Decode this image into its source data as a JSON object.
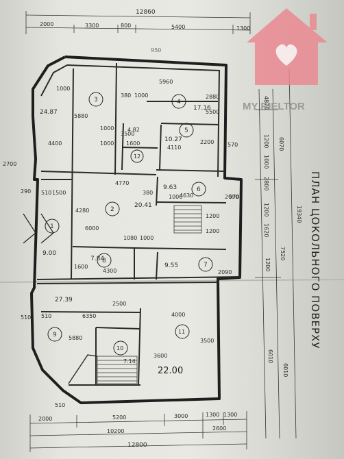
{
  "plan_title": "ПЛАН ЦОКОЛЬНОГО ПОВЕРХУ",
  "watermark": {
    "brand": "MY RIELTOR",
    "color": "#ea8a92"
  },
  "top_dims": {
    "total": "12860",
    "segments": [
      "2000",
      "3300",
      "800",
      "5400",
      "1300"
    ],
    "pencil_note": "950"
  },
  "bottom_dims": {
    "row1": [
      "2000",
      "5200",
      "3000",
      "1300",
      "1300"
    ],
    "row2": [
      "10200",
      "2600"
    ],
    "total": "12800"
  },
  "right_dims": {
    "total": "19340",
    "col_a": [
      "6070",
      "7520",
      "6010"
    ],
    "col_b": [
      "4870",
      "1200",
      "1000",
      "2800",
      "1200",
      "1620",
      "1200",
      "6010"
    ]
  },
  "left_dims": [
    "2700",
    "290",
    "510",
    "1500",
    "510"
  ],
  "rooms": [
    {
      "num": "1",
      "area": "9.00"
    },
    {
      "num": "2",
      "area": "20.41"
    },
    {
      "num": "3",
      "area": "24.87"
    },
    {
      "num": "4",
      "area": "17.16"
    },
    {
      "num": "5",
      "area": "10.27"
    },
    {
      "num": "6",
      "area": "9.63"
    },
    {
      "num": "7",
      "area": "9.55"
    },
    {
      "num": "8",
      "area": "7.84"
    },
    {
      "num": "9",
      "area": "27.39"
    },
    {
      "num": "10",
      "area": "7.14"
    },
    {
      "num": "11",
      "area": "22.00"
    },
    {
      "num": "12",
      "area": "4.82"
    }
  ],
  "inner_dims": {
    "r3_w": "5880",
    "r3_h": "4400",
    "r3_note": "1000",
    "r4_w": "5960",
    "r4_a": "380",
    "r4_b": "1000",
    "r4_c": "2880",
    "r4_d": "5500",
    "r5_a": "1000",
    "r5_b": "1000",
    "r5_c": "3500",
    "r5_d": "1600",
    "r5_e": "4110",
    "r5_f": "2200",
    "r5_g": "570",
    "r2_a": "4770",
    "r2_b": "4280",
    "r2_c": "6000",
    "r2_d": "380",
    "r6_a": "4630",
    "r6_b": "1000",
    "r6_c": "2090",
    "r6_d": "1200",
    "r6_e": "1200",
    "r6_f": "570",
    "r1_a": "510",
    "r1_b": "1500",
    "r8_a": "1080",
    "r8_b": "1000",
    "r8_c": "1600",
    "r8_d": "4300",
    "r7_a": "2090",
    "r9_a": "2500",
    "r9_b": "6350",
    "r9_c": "510",
    "r9_d": "5880",
    "r11_a": "4000",
    "r11_b": "3500",
    "r11_c": "3600"
  }
}
